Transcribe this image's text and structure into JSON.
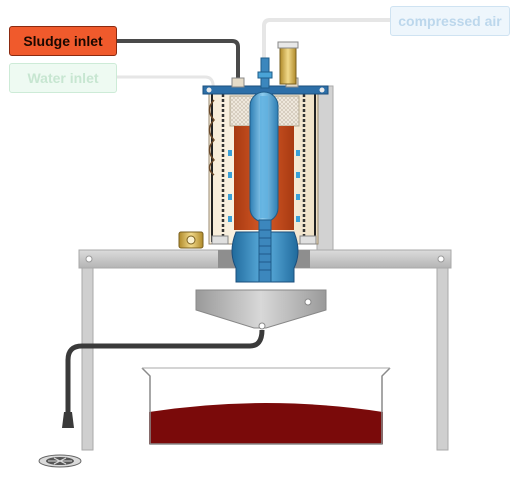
{
  "labels": {
    "sludge_inlet": "Sludge inlet",
    "water_inlet": "Water inlet",
    "compressed_air": "compressed air"
  },
  "colors": {
    "sludge_active": "#f05a2c",
    "water_inactive": "#eefaf2",
    "air_inactive": "#eef6fc",
    "sludge_fill": "#c84a1c",
    "filtrate_fill": "#7a0a0a",
    "frame_gray": "#c8c8c8",
    "membrane_blue": "#4aa3d6"
  },
  "icons": {
    "floor_drain": "drain-grate-icon",
    "pressure_gauge": "gauge-icon"
  }
}
